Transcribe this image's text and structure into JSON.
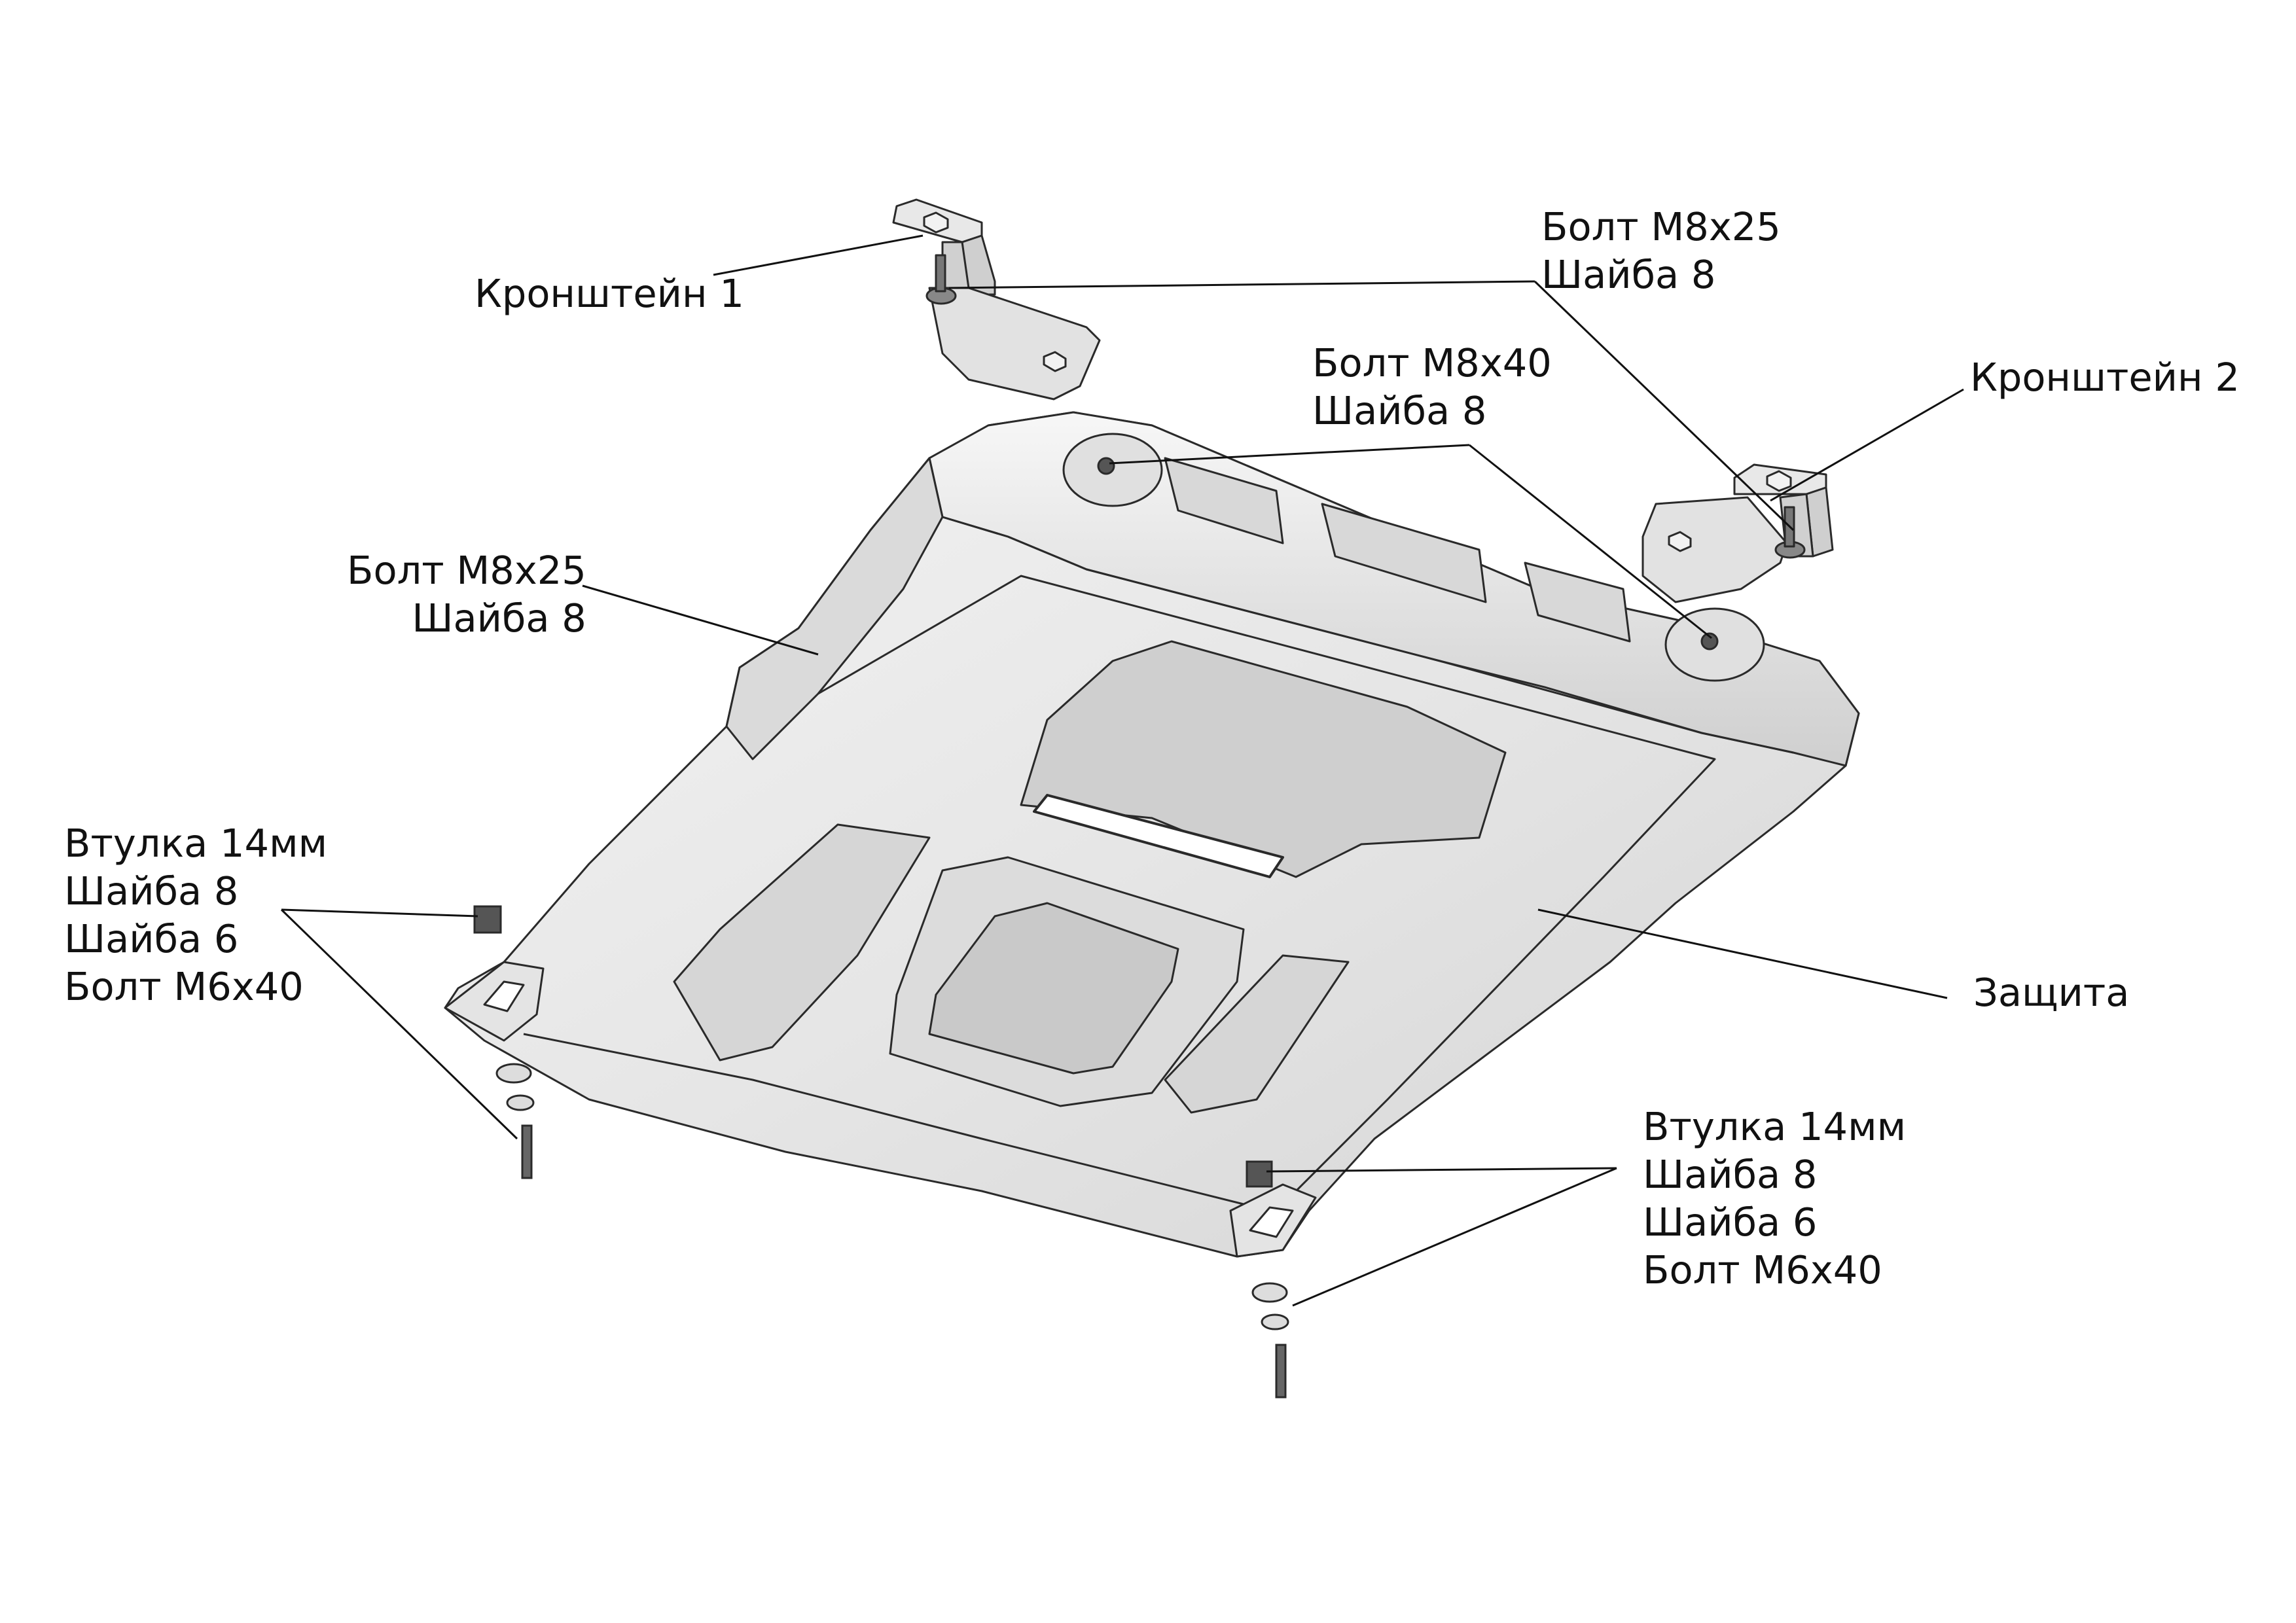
{
  "labels": {
    "bracket1": "Кронштейн 1",
    "bracket2": "Кронштейн 2",
    "bolt_top": {
      "line1": "Болт М8х25",
      "line2": "Шайба 8"
    },
    "bolt_mid": {
      "line1": "Болт М8х40",
      "line2": "Шайба 8"
    },
    "bolt_left": {
      "line1": "Болт М8х25",
      "line2": "Шайба 8"
    },
    "kit_left": {
      "line1": "Втулка 14мм",
      "line2": "Шайба 8",
      "line3": "Шайба 6",
      "line4": "Болт М6х40"
    },
    "kit_right": {
      "line1": "Втулка 14мм",
      "line2": "Шайба 8",
      "line3": "Шайба 6",
      "line4": "Болт М6х40"
    },
    "plate": "Защита"
  },
  "colors": {
    "line": "#111111",
    "metal": "#e2e2e2",
    "metal_light": "#f1f1f1",
    "metal_dark": "#bdbdbd",
    "edge": "#2a2a2a"
  }
}
